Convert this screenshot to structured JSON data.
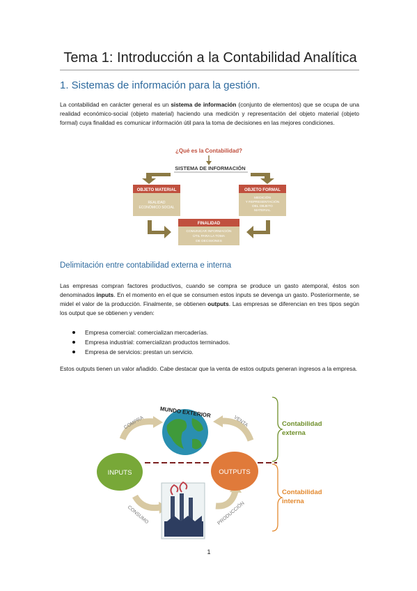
{
  "title": "Tema 1: Introducción a la Contabilidad Analítica",
  "section1": {
    "heading": "1. Sistemas de información para la gestión.",
    "para": {
      "t1": "La contabilidad en carácter general es un ",
      "b1": "sistema de información",
      "t2": " (conjunto de elementos) que se ocupa de una realidad económico-social (objeto material) haciendo una medición y representación del objeto material (objeto formal) cuya finalidad es comunicar información útil para la toma de decisiones en las mejores condiciones."
    }
  },
  "diagram1": {
    "question": "¿Qué es la Contabilidad?",
    "system": "SISTEMA DE INFORMACIÓN",
    "box_left_title": "OBJETO MATERIAL",
    "box_left_text1": "REALIDAD",
    "box_left_text2": "ECONÓMICO SOCIAL",
    "box_right_title": "OBJETO FORMAL",
    "box_right_text1": "MEDICIÓN",
    "box_right_text2": "Y REPRESENTACIÓN",
    "box_right_text3": "DEL OBJETO",
    "box_right_text4": "MATERIAL",
    "box_bottom_title": "FINALIDAD",
    "box_bottom_text1": "COMUNICAR INFORMACIÓN",
    "box_bottom_text2": "ÚTIL PARA LA TOMA",
    "box_bottom_text3": "DE DECISIONES",
    "colors": {
      "header": "#c0503e",
      "body": "#d8c9a3",
      "arrow": "#8c7a45"
    }
  },
  "section2": {
    "heading": "Delimitación entre contabilidad externa e interna",
    "para": {
      "t1": "Las empresas compran factores productivos, cuando se compra se produce un gasto atemporal, éstos son denominados ",
      "b1": "inputs",
      "t2": ". En el momento en el que se consumen estos inputs se devenga un gasto. Posteriormente, se midel el valor de la producción. Finalmente, se obtienen ",
      "b2": "outputs",
      "t3": ". Las empresas se diferencian en tres tipos según los output que se obtienen y venden:"
    },
    "bullets": [
      "Empresa comercial: comercializan mercaderías.",
      "Empresa industrial: comercializan productos terminados.",
      "Empresa de servicios: prestan un servicio."
    ],
    "para2": "Estos outputs tienen un valor añadido. Cabe destacar que la venta de estos outputs generan ingresos a la empresa."
  },
  "diagram2": {
    "globe_label": "MUNDO EXTERIOR",
    "inputs": "INPUTS",
    "outputs": "OUTPUTS",
    "compra": "COMPRA",
    "venta": "VENTA",
    "consumo": "CONSUMO",
    "produccion": "PRODUCCIÓN",
    "ext_line1": "Contabilidad",
    "ext_line2": "externa",
    "int_line1": "Contabilidad",
    "int_line2": "interna",
    "colors": {
      "inputs": "#78a838",
      "outputs": "#e07a3a",
      "externa": "#6f8f2a",
      "interna": "#e3892f"
    }
  },
  "page_number": "1"
}
